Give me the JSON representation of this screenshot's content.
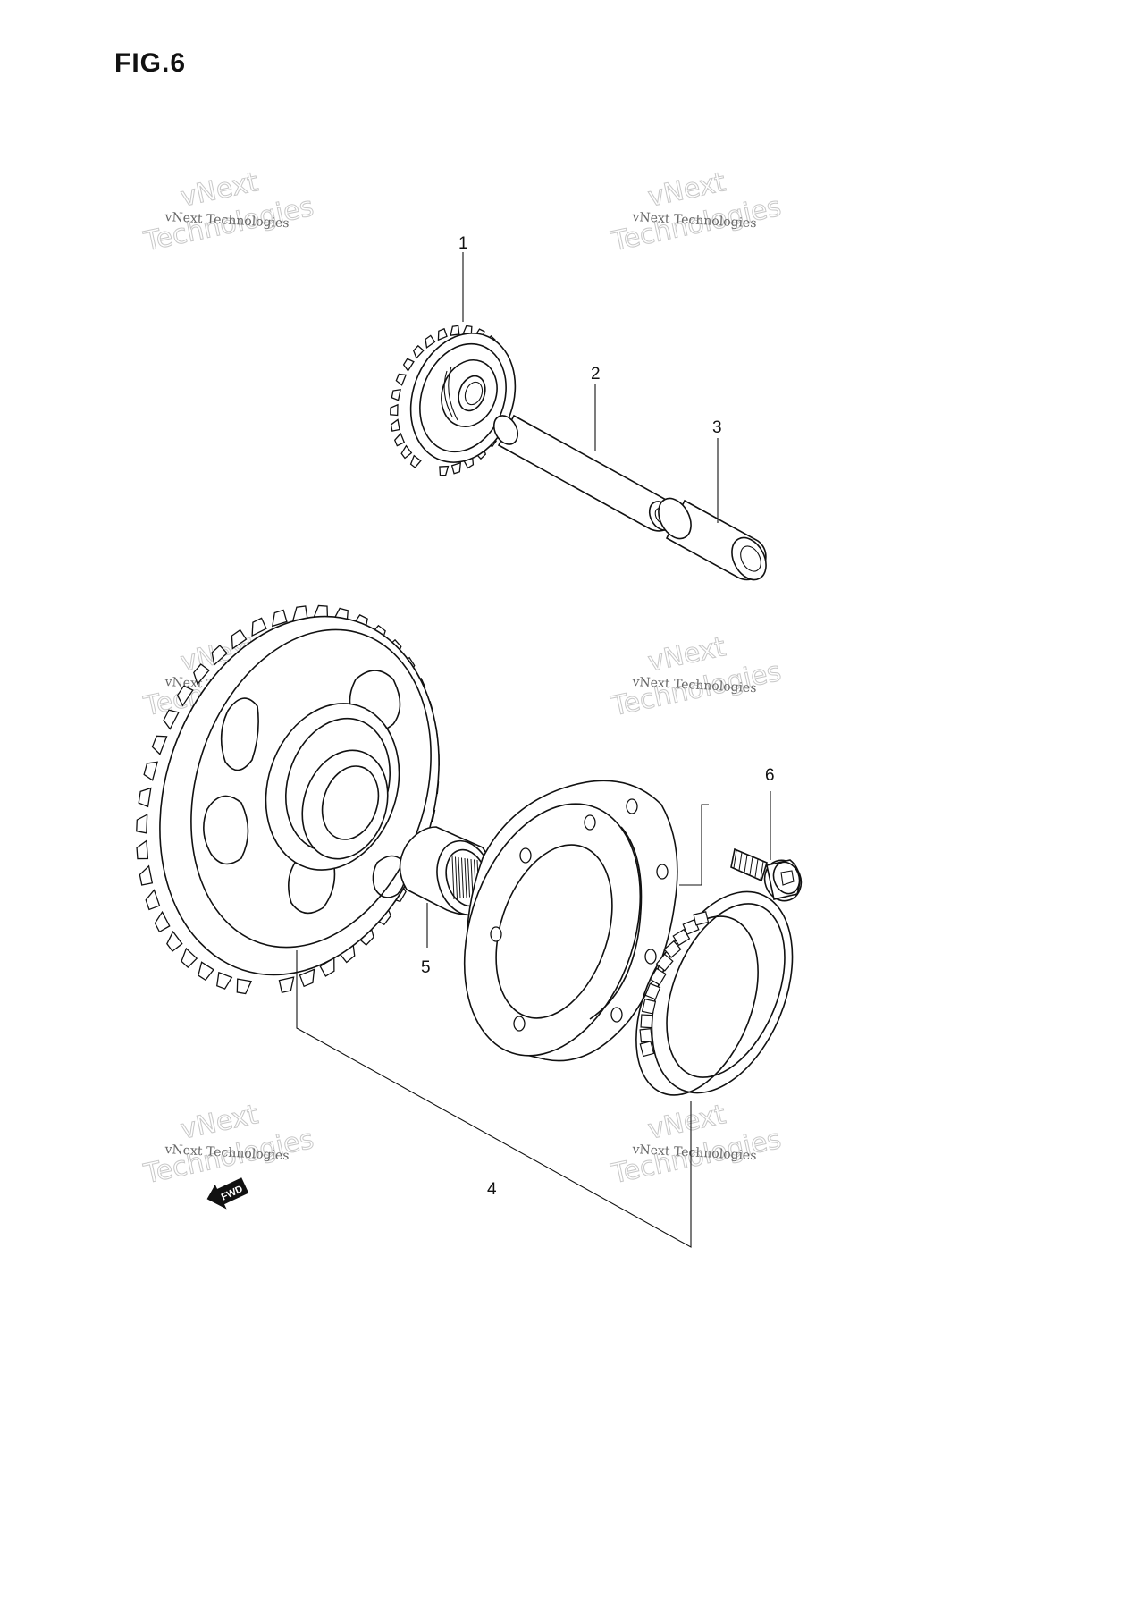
{
  "figure": {
    "title": "FIG.6"
  },
  "parts": [
    {
      "number": "1"
    },
    {
      "number": "2"
    },
    {
      "number": "3"
    },
    {
      "number": "4"
    },
    {
      "number": "5"
    },
    {
      "number": "6"
    }
  ],
  "direction_badge": {
    "text": "FWD"
  },
  "watermark": {
    "small": "vNext Technologies",
    "big_line1": "vNext",
    "big_line2": "Technologies"
  }
}
